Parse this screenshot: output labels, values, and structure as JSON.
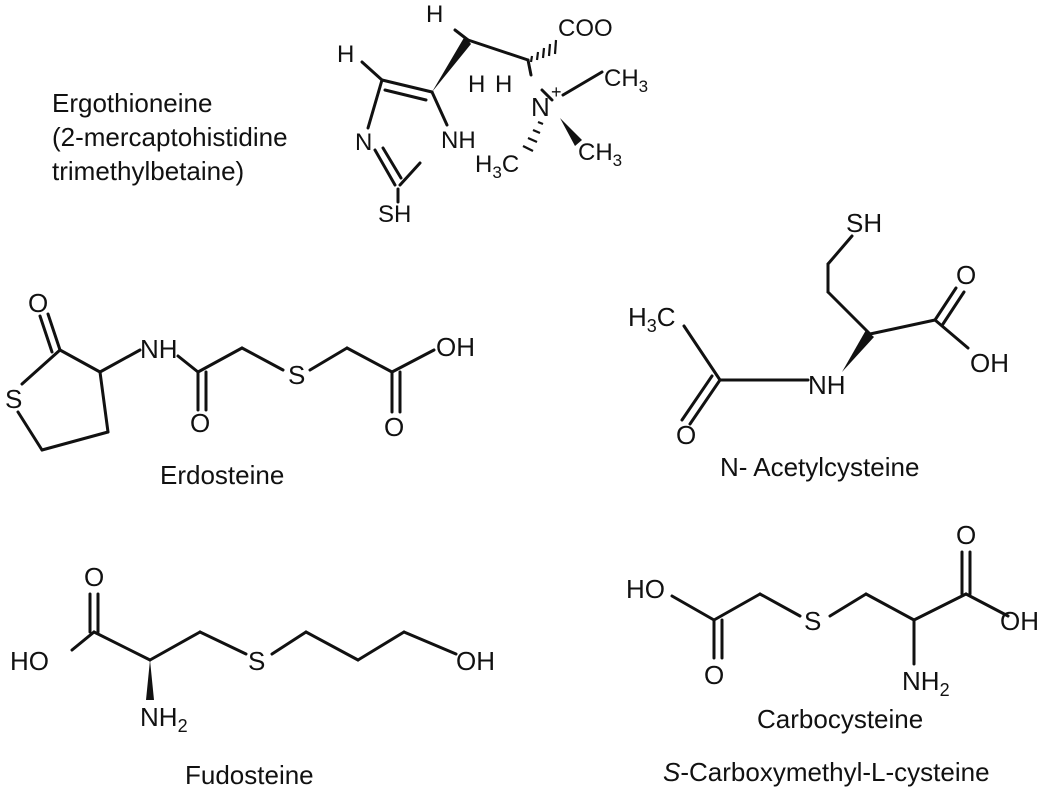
{
  "molecules": {
    "ergothioneine": {
      "name_line1": "Ergothioneine",
      "name_line2": "(2-mercaptohistidine",
      "name_line3": "trimethylbetaine)",
      "atoms": {
        "h_top": "H",
        "h_ring": "H",
        "coo": "COO",
        "ch3_top": "CH",
        "ch3_top_sub": "3",
        "n_plus": "N",
        "n_plus_charge": "+",
        "ring_n": "N",
        "ring_nh": "NH",
        "h_a": "H",
        "h_b": "H",
        "ch3_right": "CH",
        "ch3_right_sub": "3",
        "h3c": "H",
        "h3c_sub": "3",
        "h3c_c": "C",
        "sh": "SH"
      }
    },
    "erdosteine": {
      "name": "Erdosteine",
      "atoms": {
        "ring_o": "O",
        "ring_s": "S",
        "nh": "NH",
        "amide_o": "O",
        "s": "S",
        "oh": "OH",
        "acid_o": "O"
      }
    },
    "nac": {
      "name": "N- Acetylcysteine",
      "atoms": {
        "sh": "SH",
        "h3c": "H",
        "h3c_sub": "3",
        "h3c_c": "C",
        "acid_o": "O",
        "oh": "OH",
        "nh": "NH",
        "amide_o": "O"
      }
    },
    "fudosteine": {
      "name": "Fudosteine",
      "atoms": {
        "acid_o": "O",
        "ho": "HO",
        "s": "S",
        "oh": "OH",
        "nh2": "NH",
        "nh2_sub": "2"
      }
    },
    "carbocysteine": {
      "name": "Carbocysteine",
      "name2_italic": "S",
      "name2_rest": "-Carboxymethyl-L-cysteine",
      "atoms": {
        "acid_o": "O",
        "ho": "HO",
        "s": "S",
        "oh": "OH",
        "acid_o2": "O",
        "nh2": "NH",
        "nh2_sub": "2"
      }
    }
  }
}
